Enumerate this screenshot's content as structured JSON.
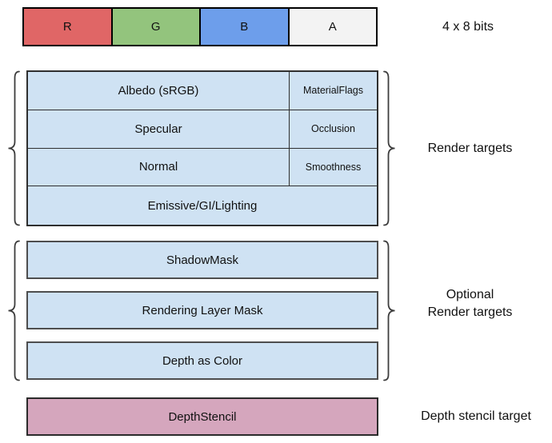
{
  "format_bar": {
    "caption": "4 x 8 bits",
    "cells": [
      {
        "label": "R",
        "color": "#E06666"
      },
      {
        "label": "G",
        "color": "#93C47D"
      },
      {
        "label": "B",
        "color": "#6D9EEB"
      },
      {
        "label": "A",
        "color": "#F3F3F3"
      }
    ]
  },
  "render_targets": {
    "label": "Render targets",
    "rows": [
      {
        "main": "Albedo (sRGB)",
        "alpha": "MaterialFlags"
      },
      {
        "main": "Specular",
        "alpha": "Occlusion"
      },
      {
        "main": "Normal",
        "alpha": "Smoothness"
      },
      {
        "main": "Emissive/GI/Lighting"
      }
    ]
  },
  "optional_render_targets": {
    "label_line1": "Optional",
    "label_line2": "Render targets",
    "boxes": [
      "ShadowMask",
      "Rendering Layer Mask",
      "Depth as Color"
    ]
  },
  "depth_stencil": {
    "box_label": "DepthStencil",
    "label": "Depth stencil target"
  },
  "colors": {
    "target_fill": "#CFE2F3",
    "depth_stencil_fill": "#D5A6BD"
  }
}
